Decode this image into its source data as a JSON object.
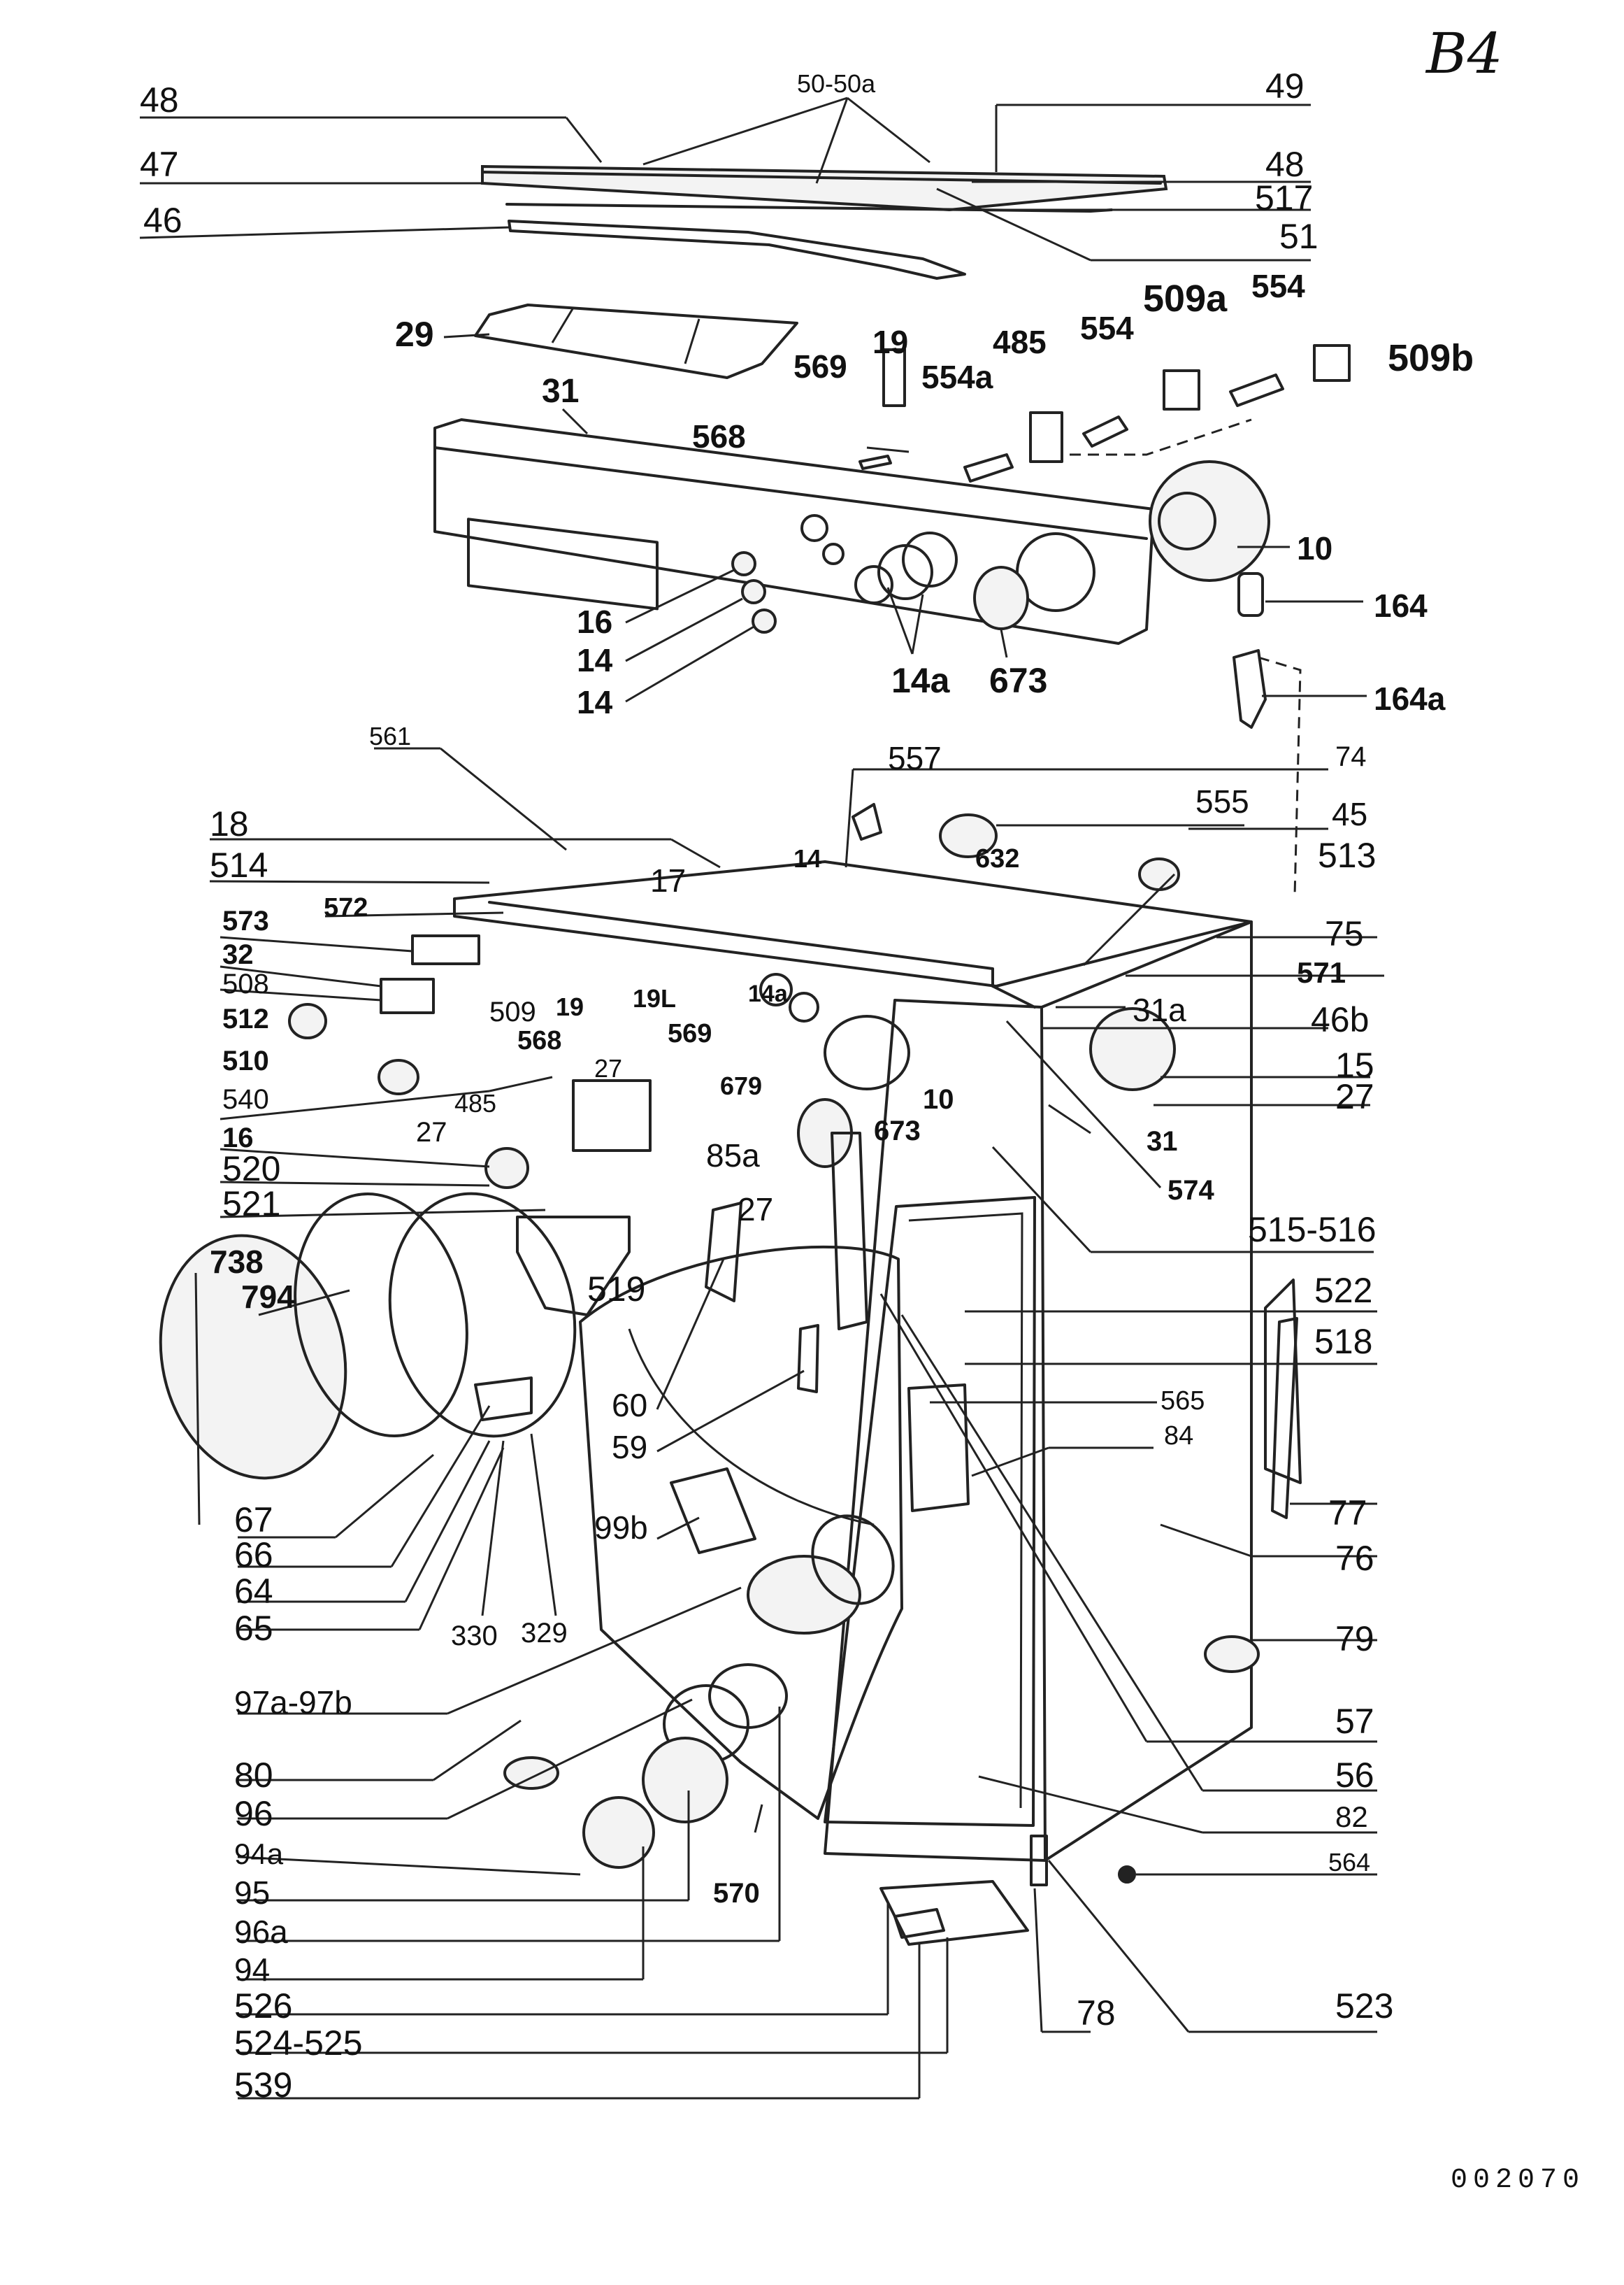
{
  "sheet_ref": "B4",
  "doc_code": "002070",
  "callouts": [
    {
      "id": "c-50-50a",
      "text": "50-50a"
    },
    {
      "id": "c-49",
      "text": "49"
    },
    {
      "id": "c-48-a",
      "text": "48"
    },
    {
      "id": "c-47",
      "text": "47"
    },
    {
      "id": "c-46",
      "text": "46"
    },
    {
      "id": "c-48-b",
      "text": "48"
    },
    {
      "id": "c-517",
      "text": "517"
    },
    {
      "id": "c-51",
      "text": "51"
    },
    {
      "id": "c-29",
      "text": "29"
    },
    {
      "id": "c-31-top",
      "text": "31"
    },
    {
      "id": "c-569-top",
      "text": "569"
    },
    {
      "id": "c-19-top",
      "text": "19"
    },
    {
      "id": "c-485-top",
      "text": "485"
    },
    {
      "id": "c-554a",
      "text": "554a"
    },
    {
      "id": "c-554-a",
      "text": "554"
    },
    {
      "id": "c-509a",
      "text": "509a"
    },
    {
      "id": "c-554-b",
      "text": "554"
    },
    {
      "id": "c-509b",
      "text": "509b"
    },
    {
      "id": "c-568-top",
      "text": "568"
    },
    {
      "id": "c-10-top",
      "text": "10"
    },
    {
      "id": "c-164",
      "text": "164"
    },
    {
      "id": "c-164a",
      "text": "164a"
    },
    {
      "id": "c-16-top",
      "text": "16"
    },
    {
      "id": "c-14-a",
      "text": "14"
    },
    {
      "id": "c-14-b",
      "text": "14"
    },
    {
      "id": "c-14a-top",
      "text": "14a"
    },
    {
      "id": "c-673-top",
      "text": "673"
    },
    {
      "id": "c-561",
      "text": "561"
    },
    {
      "id": "c-557",
      "text": "557"
    },
    {
      "id": "c-74",
      "text": "74"
    },
    {
      "id": "c-555",
      "text": "555"
    },
    {
      "id": "c-45",
      "text": "45"
    },
    {
      "id": "c-18",
      "text": "18"
    },
    {
      "id": "c-514",
      "text": "514"
    },
    {
      "id": "c-17",
      "text": "17"
    },
    {
      "id": "c-14-mid",
      "text": "14"
    },
    {
      "id": "c-632",
      "text": "632"
    },
    {
      "id": "c-513",
      "text": "513"
    },
    {
      "id": "c-573",
      "text": "573"
    },
    {
      "id": "c-572",
      "text": "572"
    },
    {
      "id": "c-75",
      "text": "75"
    },
    {
      "id": "c-32",
      "text": "32"
    },
    {
      "id": "c-571",
      "text": "571"
    },
    {
      "id": "c-508",
      "text": "508"
    },
    {
      "id": "c-509",
      "text": "509"
    },
    {
      "id": "c-19-mid",
      "text": "19"
    },
    {
      "id": "c-19l",
      "text": "19L"
    },
    {
      "id": "c-14a-mid",
      "text": "14a"
    },
    {
      "id": "c-31a",
      "text": "31a"
    },
    {
      "id": "c-512",
      "text": "512"
    },
    {
      "id": "c-46b",
      "text": "46b"
    },
    {
      "id": "c-568-mid",
      "text": "568"
    },
    {
      "id": "c-569-mid",
      "text": "569"
    },
    {
      "id": "c-510",
      "text": "510"
    },
    {
      "id": "c-15",
      "text": "15"
    },
    {
      "id": "c-27-a",
      "text": "27"
    },
    {
      "id": "c-679",
      "text": "679"
    },
    {
      "id": "c-10-mid",
      "text": "10"
    },
    {
      "id": "c-540",
      "text": "540"
    },
    {
      "id": "c-27-b",
      "text": "27"
    },
    {
      "id": "c-485-mid",
      "text": "485"
    },
    {
      "id": "c-673-mid",
      "text": "673"
    },
    {
      "id": "c-31-mid",
      "text": "31"
    },
    {
      "id": "c-16-mid",
      "text": "16"
    },
    {
      "id": "c-27-c",
      "text": "27"
    },
    {
      "id": "c-85a",
      "text": "85a"
    },
    {
      "id": "c-520",
      "text": "520"
    },
    {
      "id": "c-574",
      "text": "574"
    },
    {
      "id": "c-521",
      "text": "521"
    },
    {
      "id": "c-27-d",
      "text": "27"
    },
    {
      "id": "c-515-516",
      "text": "515-516"
    },
    {
      "id": "c-738",
      "text": "738"
    },
    {
      "id": "c-794",
      "text": "794"
    },
    {
      "id": "c-519",
      "text": "519"
    },
    {
      "id": "c-522",
      "text": "522"
    },
    {
      "id": "c-518",
      "text": "518"
    },
    {
      "id": "c-60",
      "text": "60"
    },
    {
      "id": "c-565",
      "text": "565"
    },
    {
      "id": "c-59",
      "text": "59"
    },
    {
      "id": "c-84",
      "text": "84"
    },
    {
      "id": "c-67",
      "text": "67"
    },
    {
      "id": "c-99b",
      "text": "99b"
    },
    {
      "id": "c-77",
      "text": "77"
    },
    {
      "id": "c-66",
      "text": "66"
    },
    {
      "id": "c-76",
      "text": "76"
    },
    {
      "id": "c-64",
      "text": "64"
    },
    {
      "id": "c-65",
      "text": "65"
    },
    {
      "id": "c-330",
      "text": "330"
    },
    {
      "id": "c-329",
      "text": "329"
    },
    {
      "id": "c-79",
      "text": "79"
    },
    {
      "id": "c-97a-97b",
      "text": "97a-97b"
    },
    {
      "id": "c-57",
      "text": "57"
    },
    {
      "id": "c-80",
      "text": "80"
    },
    {
      "id": "c-56",
      "text": "56"
    },
    {
      "id": "c-96",
      "text": "96"
    },
    {
      "id": "c-82",
      "text": "82"
    },
    {
      "id": "c-94a",
      "text": "94a"
    },
    {
      "id": "c-564",
      "text": "564"
    },
    {
      "id": "c-570",
      "text": "570"
    },
    {
      "id": "c-95",
      "text": "95"
    },
    {
      "id": "c-96a",
      "text": "96a"
    },
    {
      "id": "c-94",
      "text": "94"
    },
    {
      "id": "c-526",
      "text": "526"
    },
    {
      "id": "c-78",
      "text": "78"
    },
    {
      "id": "c-523",
      "text": "523"
    },
    {
      "id": "c-524-525",
      "text": "524-525"
    },
    {
      "id": "c-539",
      "text": "539"
    }
  ]
}
